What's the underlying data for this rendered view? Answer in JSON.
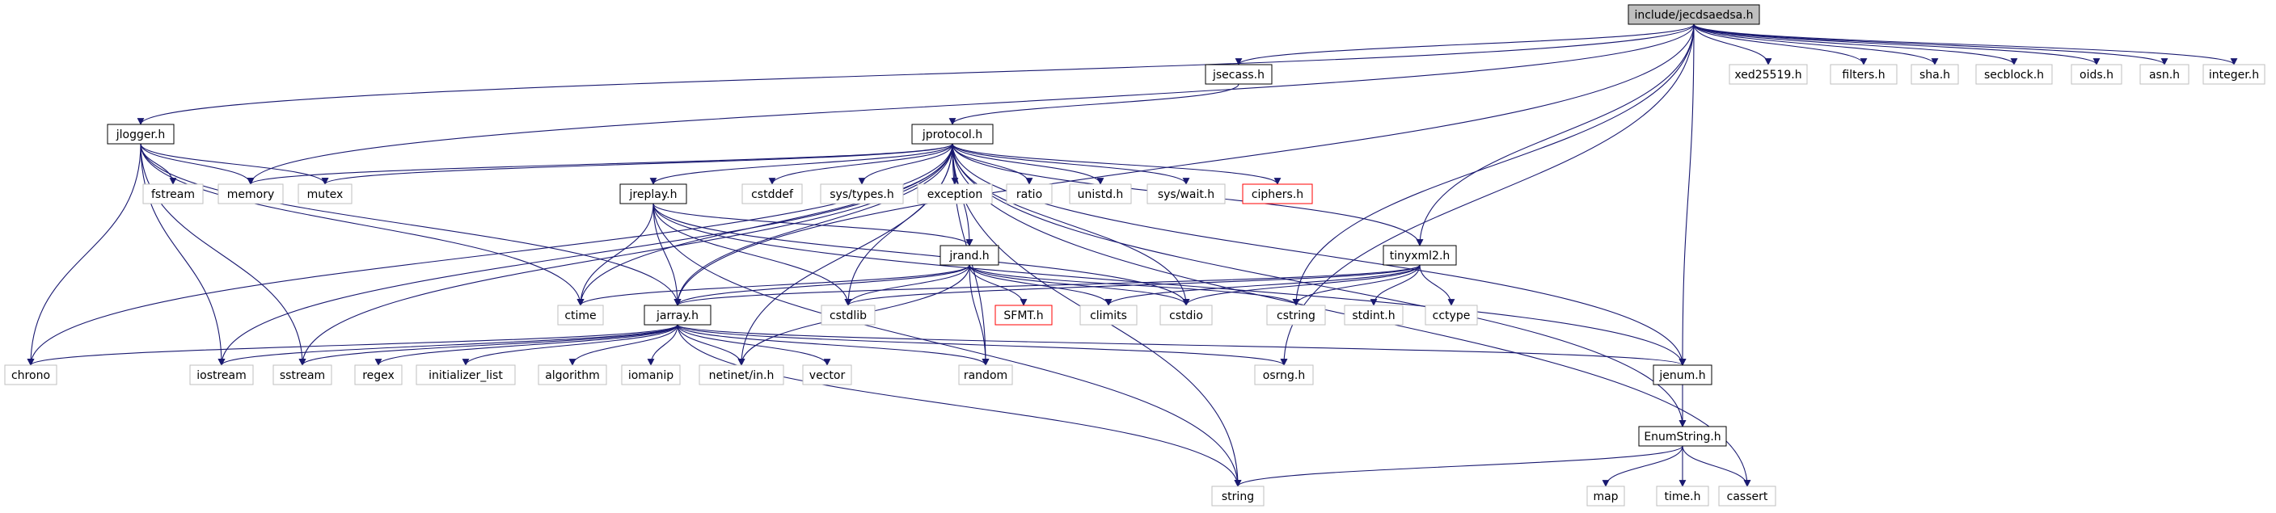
{
  "colors": {
    "edge": "#191970",
    "root_fill": "#bfbfbf",
    "root_border": "#000000",
    "project_border": "#000000",
    "system_border": "#bfbfbf",
    "missing_border": "#ff0000",
    "node_fill": "#ffffff"
  },
  "nodes": {
    "root": {
      "label": "include/jecdsaedsa.h",
      "kind": "root"
    },
    "jsecass": {
      "label": "jsecass.h",
      "kind": "project"
    },
    "jlogger": {
      "label": "jlogger.h",
      "kind": "project"
    },
    "jprotocol": {
      "label": "jprotocol.h",
      "kind": "project"
    },
    "jreplay": {
      "label": "jreplay.h",
      "kind": "project"
    },
    "jrand": {
      "label": "jrand.h",
      "kind": "project"
    },
    "tinyxml2": {
      "label": "tinyxml2.h",
      "kind": "project"
    },
    "jarray": {
      "label": "jarray.h",
      "kind": "project"
    },
    "jenum": {
      "label": "jenum.h",
      "kind": "project"
    },
    "enumstring": {
      "label": "EnumString.h",
      "kind": "project"
    },
    "ciphers": {
      "label": "ciphers.h",
      "kind": "missing"
    },
    "sfmt": {
      "label": "SFMT.h",
      "kind": "missing"
    },
    "xed25519": {
      "label": "xed25519.h",
      "kind": "system"
    },
    "filters": {
      "label": "filters.h",
      "kind": "system"
    },
    "sha": {
      "label": "sha.h",
      "kind": "system"
    },
    "secblock": {
      "label": "secblock.h",
      "kind": "system"
    },
    "oids": {
      "label": "oids.h",
      "kind": "system"
    },
    "asn": {
      "label": "asn.h",
      "kind": "system"
    },
    "integer": {
      "label": "integer.h",
      "kind": "system"
    },
    "fstream": {
      "label": "fstream",
      "kind": "system"
    },
    "memory": {
      "label": "memory",
      "kind": "system"
    },
    "mutex": {
      "label": "mutex",
      "kind": "system"
    },
    "cstddef": {
      "label": "cstddef",
      "kind": "system"
    },
    "systypes": {
      "label": "sys/types.h",
      "kind": "system"
    },
    "exception": {
      "label": "exception",
      "kind": "system"
    },
    "ratio": {
      "label": "ratio",
      "kind": "system"
    },
    "unistd": {
      "label": "unistd.h",
      "kind": "system"
    },
    "syswait": {
      "label": "sys/wait.h",
      "kind": "system"
    },
    "ctime": {
      "label": "ctime",
      "kind": "system"
    },
    "cstdlib": {
      "label": "cstdlib",
      "kind": "system"
    },
    "climits": {
      "label": "climits",
      "kind": "system"
    },
    "cstdio": {
      "label": "cstdio",
      "kind": "system"
    },
    "cstring": {
      "label": "cstring",
      "kind": "system"
    },
    "stdint": {
      "label": "stdint.h",
      "kind": "system"
    },
    "cctype": {
      "label": "cctype",
      "kind": "system"
    },
    "chrono": {
      "label": "chrono",
      "kind": "system"
    },
    "iostream": {
      "label": "iostream",
      "kind": "system"
    },
    "sstream": {
      "label": "sstream",
      "kind": "system"
    },
    "regex": {
      "label": "regex",
      "kind": "system"
    },
    "initlist": {
      "label": "initializer_list",
      "kind": "system"
    },
    "algorithm": {
      "label": "algorithm",
      "kind": "system"
    },
    "iomanip": {
      "label": "iomanip",
      "kind": "system"
    },
    "netinet": {
      "label": "netinet/in.h",
      "kind": "system"
    },
    "vector": {
      "label": "vector",
      "kind": "system"
    },
    "random": {
      "label": "random",
      "kind": "system"
    },
    "osrng": {
      "label": "osrng.h",
      "kind": "system"
    },
    "string": {
      "label": "string",
      "kind": "system"
    },
    "map": {
      "label": "map",
      "kind": "system"
    },
    "timeh": {
      "label": "time.h",
      "kind": "system"
    },
    "cassert": {
      "label": "cassert",
      "kind": "system"
    }
  },
  "edges": [
    [
      "root",
      "jsecass"
    ],
    [
      "root",
      "jlogger"
    ],
    [
      "root",
      "xed25519"
    ],
    [
      "root",
      "filters"
    ],
    [
      "root",
      "sha"
    ],
    [
      "root",
      "secblock"
    ],
    [
      "root",
      "oids"
    ],
    [
      "root",
      "asn"
    ],
    [
      "root",
      "integer"
    ],
    [
      "root",
      "memory"
    ],
    [
      "root",
      "jarray"
    ],
    [
      "root",
      "tinyxml2"
    ],
    [
      "root",
      "cstring"
    ],
    [
      "root",
      "osrng"
    ],
    [
      "root",
      "jenum"
    ],
    [
      "jsecass",
      "jprotocol"
    ],
    [
      "jlogger",
      "fstream"
    ],
    [
      "jlogger",
      "memory"
    ],
    [
      "jlogger",
      "mutex"
    ],
    [
      "jlogger",
      "chrono"
    ],
    [
      "jlogger",
      "iostream"
    ],
    [
      "jlogger",
      "sstream"
    ],
    [
      "jlogger",
      "ctime"
    ],
    [
      "jlogger",
      "jarray"
    ],
    [
      "jprotocol",
      "memory"
    ],
    [
      "jprotocol",
      "mutex"
    ],
    [
      "jprotocol",
      "cstddef"
    ],
    [
      "jprotocol",
      "systypes"
    ],
    [
      "jprotocol",
      "exception"
    ],
    [
      "jprotocol",
      "ratio"
    ],
    [
      "jprotocol",
      "unistd"
    ],
    [
      "jprotocol",
      "syswait"
    ],
    [
      "jprotocol",
      "ciphers"
    ],
    [
      "jprotocol",
      "jreplay"
    ],
    [
      "jprotocol",
      "jrand"
    ],
    [
      "jprotocol",
      "tinyxml2"
    ],
    [
      "jprotocol",
      "ctime"
    ],
    [
      "jprotocol",
      "jarray"
    ],
    [
      "jprotocol",
      "cstdlib"
    ],
    [
      "jprotocol",
      "cstdio"
    ],
    [
      "jprotocol",
      "chrono"
    ],
    [
      "jprotocol",
      "iostream"
    ],
    [
      "jprotocol",
      "sstream"
    ],
    [
      "jprotocol",
      "netinet"
    ],
    [
      "jprotocol",
      "random"
    ],
    [
      "jprotocol",
      "string"
    ],
    [
      "jprotocol",
      "jenum"
    ],
    [
      "jprotocol",
      "enumstring"
    ],
    [
      "jprotocol",
      "cassert"
    ],
    [
      "jreplay",
      "jrand"
    ],
    [
      "jreplay",
      "ctime"
    ],
    [
      "jreplay",
      "jarray"
    ],
    [
      "jreplay",
      "cstdlib"
    ],
    [
      "jreplay",
      "cstdio"
    ],
    [
      "jreplay",
      "string"
    ],
    [
      "jreplay",
      "jenum"
    ],
    [
      "jrand",
      "jarray"
    ],
    [
      "jrand",
      "ctime"
    ],
    [
      "jrand",
      "cstdlib"
    ],
    [
      "jrand",
      "sfmt"
    ],
    [
      "jrand",
      "climits"
    ],
    [
      "jrand",
      "cstdio"
    ],
    [
      "jrand",
      "cstring"
    ],
    [
      "jrand",
      "random"
    ],
    [
      "jrand",
      "netinet"
    ],
    [
      "tinyxml2",
      "jarray"
    ],
    [
      "tinyxml2",
      "cstdlib"
    ],
    [
      "tinyxml2",
      "climits"
    ],
    [
      "tinyxml2",
      "cstdio"
    ],
    [
      "tinyxml2",
      "cstring"
    ],
    [
      "tinyxml2",
      "stdint"
    ],
    [
      "tinyxml2",
      "cctype"
    ],
    [
      "jarray",
      "chrono"
    ],
    [
      "jarray",
      "iostream"
    ],
    [
      "jarray",
      "sstream"
    ],
    [
      "jarray",
      "regex"
    ],
    [
      "jarray",
      "initlist"
    ],
    [
      "jarray",
      "algorithm"
    ],
    [
      "jarray",
      "iomanip"
    ],
    [
      "jarray",
      "netinet"
    ],
    [
      "jarray",
      "vector"
    ],
    [
      "jarray",
      "random"
    ],
    [
      "jarray",
      "osrng"
    ],
    [
      "jarray",
      "jenum"
    ],
    [
      "jarray",
      "string"
    ],
    [
      "jenum",
      "enumstring"
    ],
    [
      "enumstring",
      "map"
    ],
    [
      "enumstring",
      "timeh"
    ],
    [
      "enumstring",
      "cassert"
    ],
    [
      "enumstring",
      "string"
    ]
  ]
}
